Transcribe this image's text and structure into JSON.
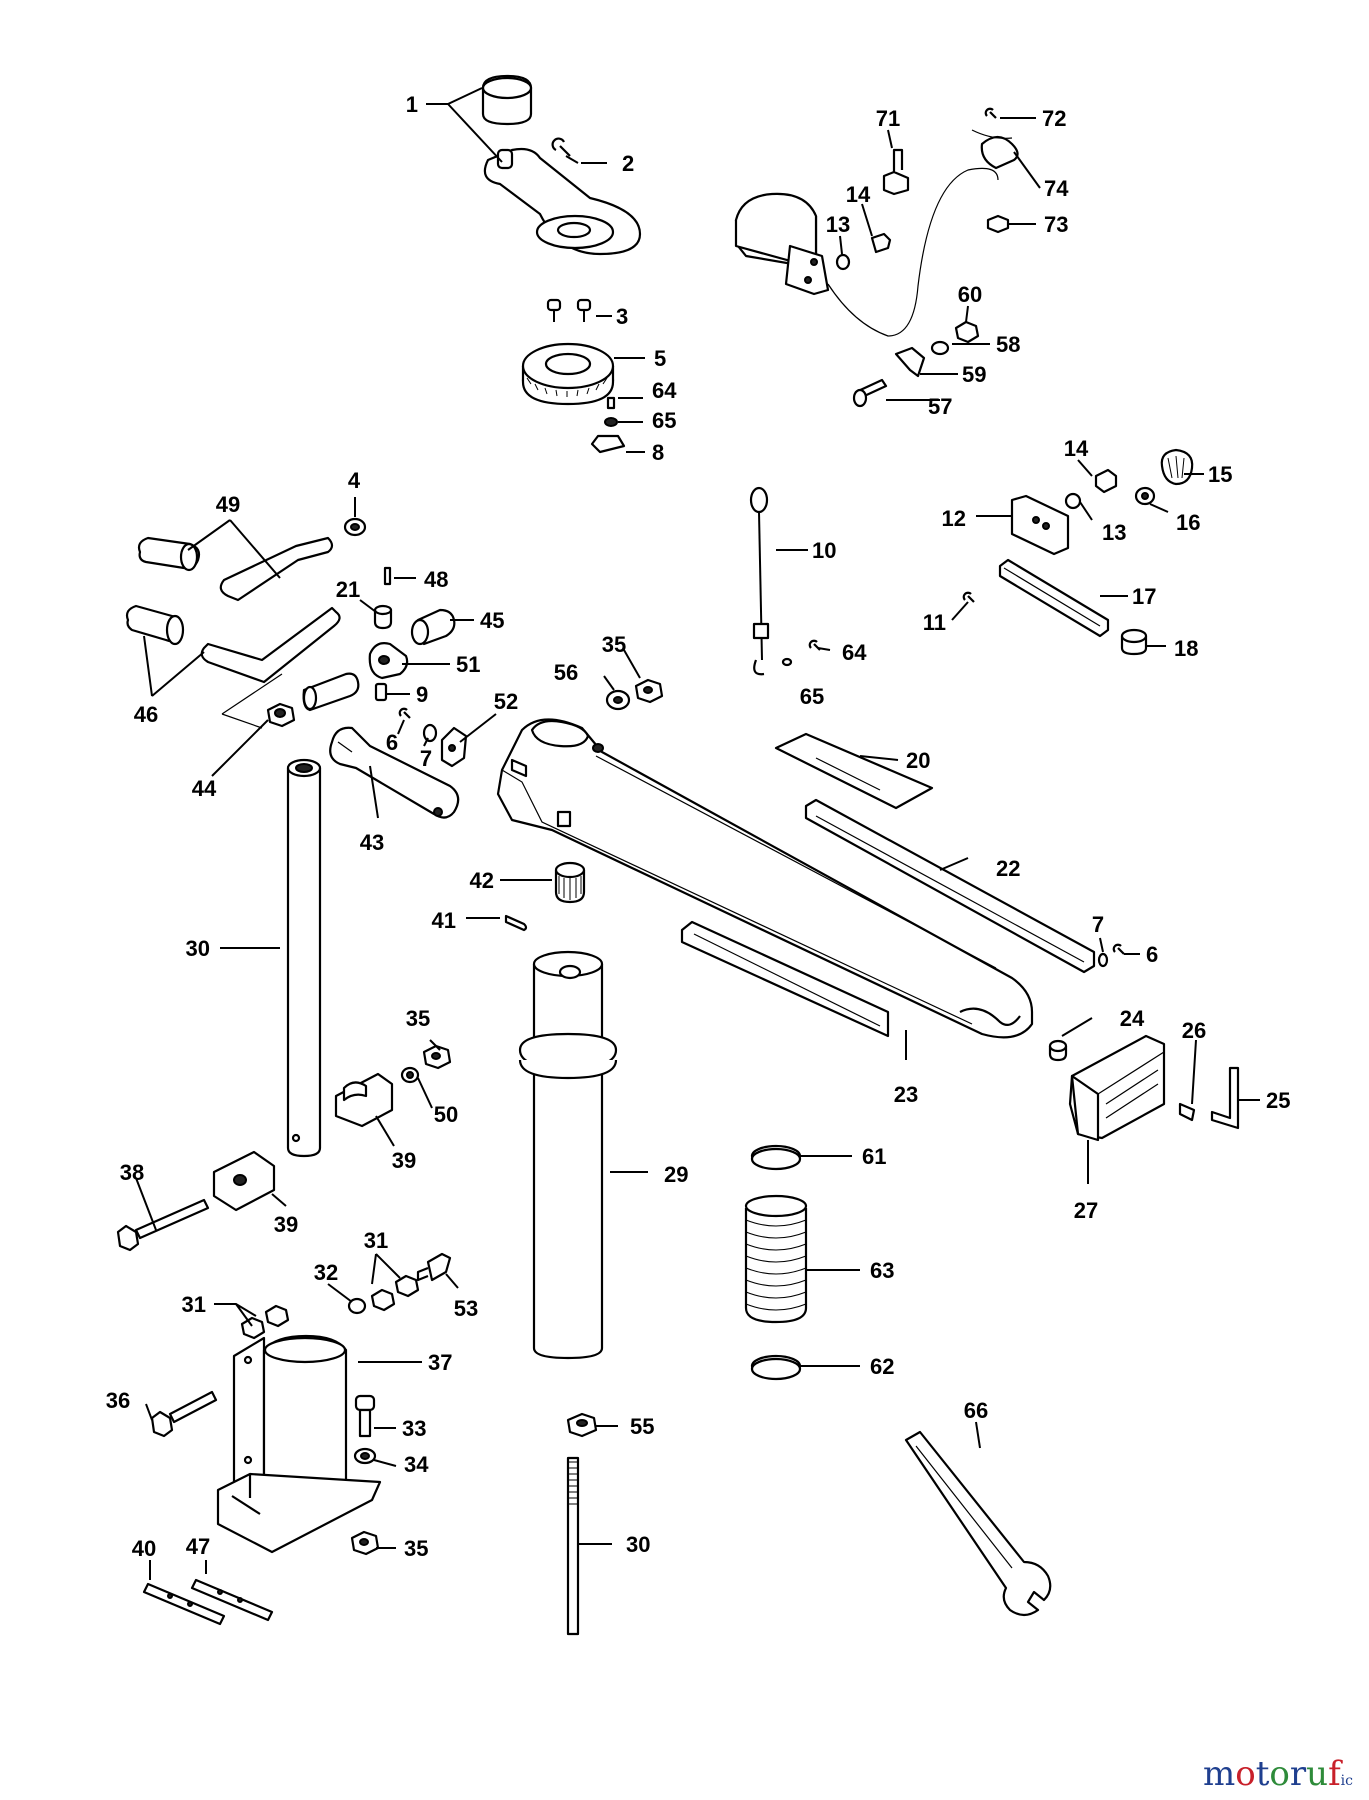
{
  "diagram": {
    "part_numbers": {
      "p1": "1",
      "p2": "2",
      "p3": "3",
      "p4": "4",
      "p5": "5",
      "p6a": "6",
      "p6b": "6",
      "p7a": "7",
      "p7b": "7",
      "p8": "8",
      "p9": "9",
      "p10": "10",
      "p11": "11",
      "p12": "12",
      "p13a": "13",
      "p13b": "13",
      "p14a": "14",
      "p14b": "14",
      "p15": "15",
      "p16": "16",
      "p17": "17",
      "p18": "18",
      "p20": "20",
      "p21": "21",
      "p22": "22",
      "p23": "23",
      "p24": "24",
      "p25": "25",
      "p26": "26",
      "p27": "27",
      "p29": "29",
      "p30a": "30",
      "p30b": "30",
      "p31a": "31",
      "p31b": "31",
      "p32": "32",
      "p33": "33",
      "p34": "34",
      "p35a": "35",
      "p35b": "35",
      "p35c": "35",
      "p36": "36",
      "p37": "37",
      "p38": "38",
      "p39a": "39",
      "p39b": "39",
      "p40": "40",
      "p41": "41",
      "p42": "42",
      "p43": "43",
      "p44": "44",
      "p45": "45",
      "p46": "46",
      "p47": "47",
      "p48": "48",
      "p49": "49",
      "p50": "50",
      "p51": "51",
      "p52": "52",
      "p53": "53",
      "p55": "55",
      "p56": "56",
      "p57": "57",
      "p58": "58",
      "p59": "59",
      "p60": "60",
      "p61": "61",
      "p62": "62",
      "p63": "63",
      "p64a": "64",
      "p64b": "64",
      "p65a": "65",
      "p65b": "65",
      "p66": "66",
      "p71": "71",
      "p72": "72",
      "p73": "73",
      "p74": "74"
    }
  },
  "branding": {
    "watermark_letters": [
      "m",
      "o",
      "t",
      "o",
      "r",
      "u",
      "f"
    ],
    "watermark_colors": [
      "#1f3f8f",
      "#c8202a",
      "#1f3f8f",
      "#2e8b3a",
      "#1f3f8f",
      "#2e8b3a",
      "#c8202a"
    ],
    "watermark_suffix": "ic"
  }
}
